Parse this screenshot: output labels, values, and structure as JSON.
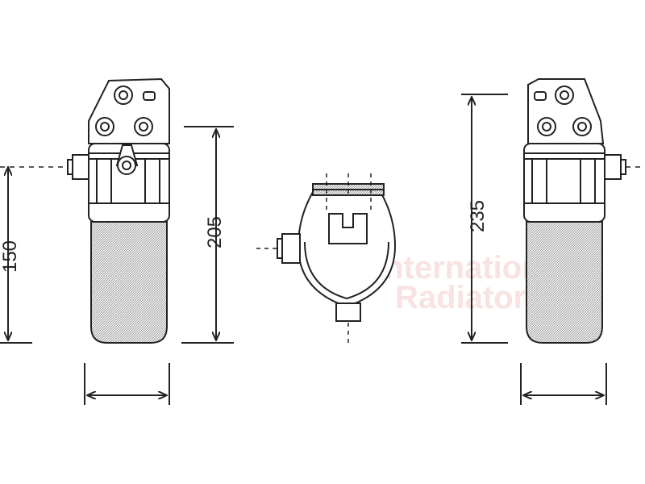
{
  "dimensions": {
    "left_height": "150",
    "left_total_height": "205",
    "right_total_height": "235"
  },
  "watermark": {
    "line1": "International",
    "line2": "Radiators",
    "logo_icon": "international-radiators-logo-icon"
  },
  "colors": {
    "line": "#222222",
    "hatch": "#8a8a8a",
    "watermark": "#f3caca"
  }
}
